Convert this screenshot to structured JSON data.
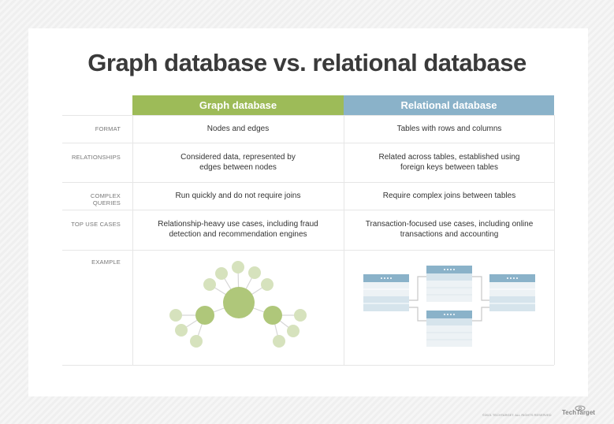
{
  "title": "Graph database vs. relational database",
  "columns": [
    {
      "label": "Graph database",
      "color": "#9dbb58"
    },
    {
      "label": "Relational database",
      "color": "#8ab2c9"
    }
  ],
  "rows": [
    {
      "label": "FORMAT",
      "graph": "Nodes and edges",
      "relational": "Tables with rows and columns"
    },
    {
      "label": "RELATIONSHIPS",
      "graph": "Considered data, represented by edges between nodes",
      "relational": "Related across tables, established using foreign keys between tables"
    },
    {
      "label": "COMPLEX QUERIES",
      "graph": "Run quickly and do not require joins",
      "relational": "Require complex joins between tables"
    },
    {
      "label": "TOP USE CASES",
      "graph": "Relationship-heavy use cases, including fraud detection and recommendation engines",
      "relational": "Transaction-focused use cases, including online transactions and accounting"
    },
    {
      "label": "EXAMPLE"
    }
  ],
  "footer": {
    "copyright": "©2021 TECHTARGET. ALL RIGHTS RESERVED",
    "logo": "TechTarget"
  }
}
